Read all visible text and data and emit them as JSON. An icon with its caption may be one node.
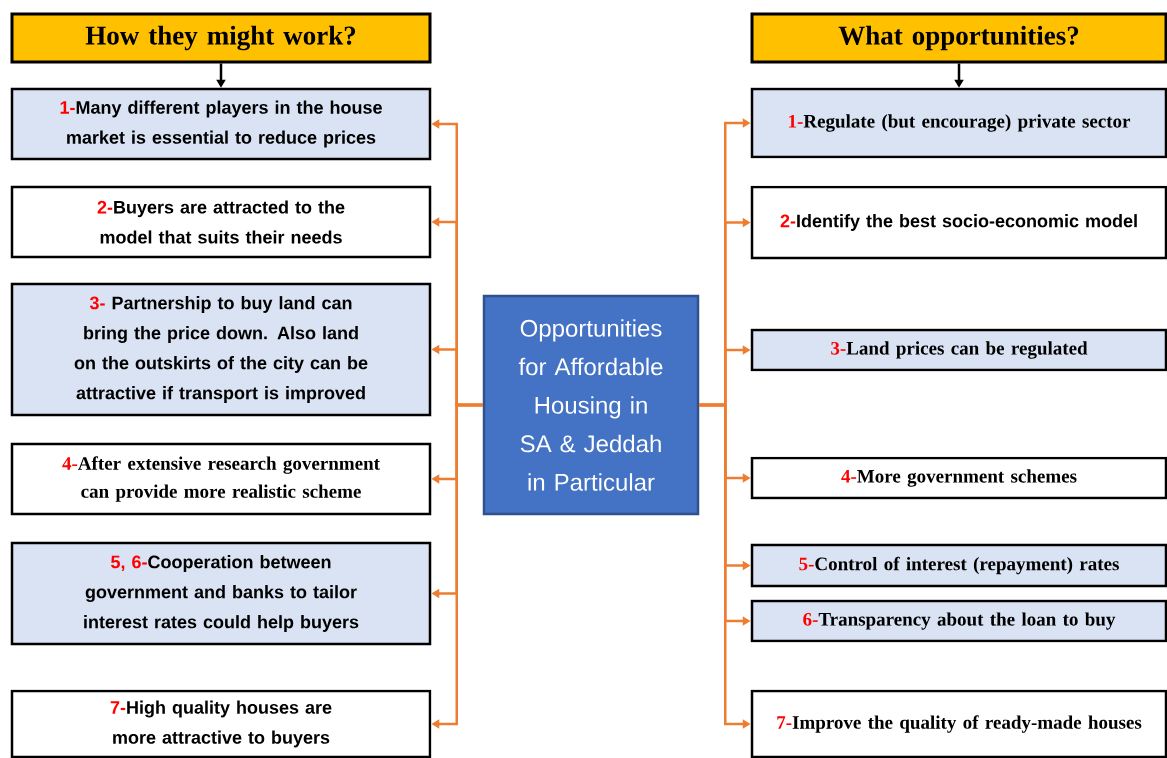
{
  "diagram": {
    "nodes": [
      {
        "text": [
          "How they might work?"
        ]
      },
      {
        "text": [
          "1-",
          "Many different players in the house market is essential to reduce prices"
        ]
      },
      {
        "text": [
          "2-",
          "Buyers are attracted to the model that suits their needs"
        ]
      },
      {
        "text": [
          "3-",
          " Partnership to buy land can bring the price down.  Also land on the outskirts of the city can be attractive if transport is improved"
        ]
      },
      {
        "text": [
          "4-",
          "After extensive research  government can provide more realistic scheme"
        ]
      },
      {
        "text": [
          "5, 6-",
          "Cooperation between government and banks to tailor interest rates could help buyers"
        ]
      },
      {
        "text": [
          "7-",
          "High quality houses are more attractive to buyers"
        ]
      },
      {
        "text": [
          "Opportunities for Affordable Housing in SA & Jeddah in Particular"
        ]
      },
      {
        "text": [
          "What opportunities?"
        ]
      },
      {
        "text": [
          "1-",
          "Regulate (but encourage) private sector"
        ]
      },
      {
        "text": [
          "2-",
          "Identify the best socio-economic model"
        ]
      },
      {
        "text": [
          "3-",
          "Land prices can be regulated"
        ]
      },
      {
        "text": [
          "4-",
          "More government schemes"
        ]
      },
      {
        "text": [
          "5-",
          "Control of interest (repayment) rates"
        ]
      },
      {
        "text": [
          "6-",
          "Transparency  about the loan to buy"
        ]
      },
      {
        "text": [
          "7-",
          "Improve  the quality of ready-made houses"
        ]
      }
    ],
    "edges": [
      {
        "from": 0,
        "to": 1,
        "arrow": "to",
        "color": "#000000"
      },
      {
        "from": 7,
        "to": 1,
        "arrow": "to"
      },
      {
        "from": 7,
        "to": 2,
        "arrow": "to"
      },
      {
        "from": 7,
        "to": 3,
        "arrow": "to"
      },
      {
        "from": 7,
        "to": 4,
        "arrow": "to"
      },
      {
        "from": 7,
        "to": 5,
        "arrow": "to"
      },
      {
        "from": 7,
        "to": 6,
        "arrow": "to"
      },
      {
        "from": 8,
        "to": 9,
        "arrow": "to",
        "color": "#000000"
      },
      {
        "from": 7,
        "to": 9,
        "arrow": "to"
      },
      {
        "from": 7,
        "to": 10,
        "arrow": "to"
      },
      {
        "from": 7,
        "to": 11,
        "arrow": "to"
      },
      {
        "from": 7,
        "to": 12,
        "arrow": "to"
      },
      {
        "from": 7,
        "to": 13,
        "arrow": "to"
      },
      {
        "from": 7,
        "to": 14,
        "arrow": "to"
      },
      {
        "from": 7,
        "to": 15,
        "arrow": "to"
      }
    ]
  }
}
